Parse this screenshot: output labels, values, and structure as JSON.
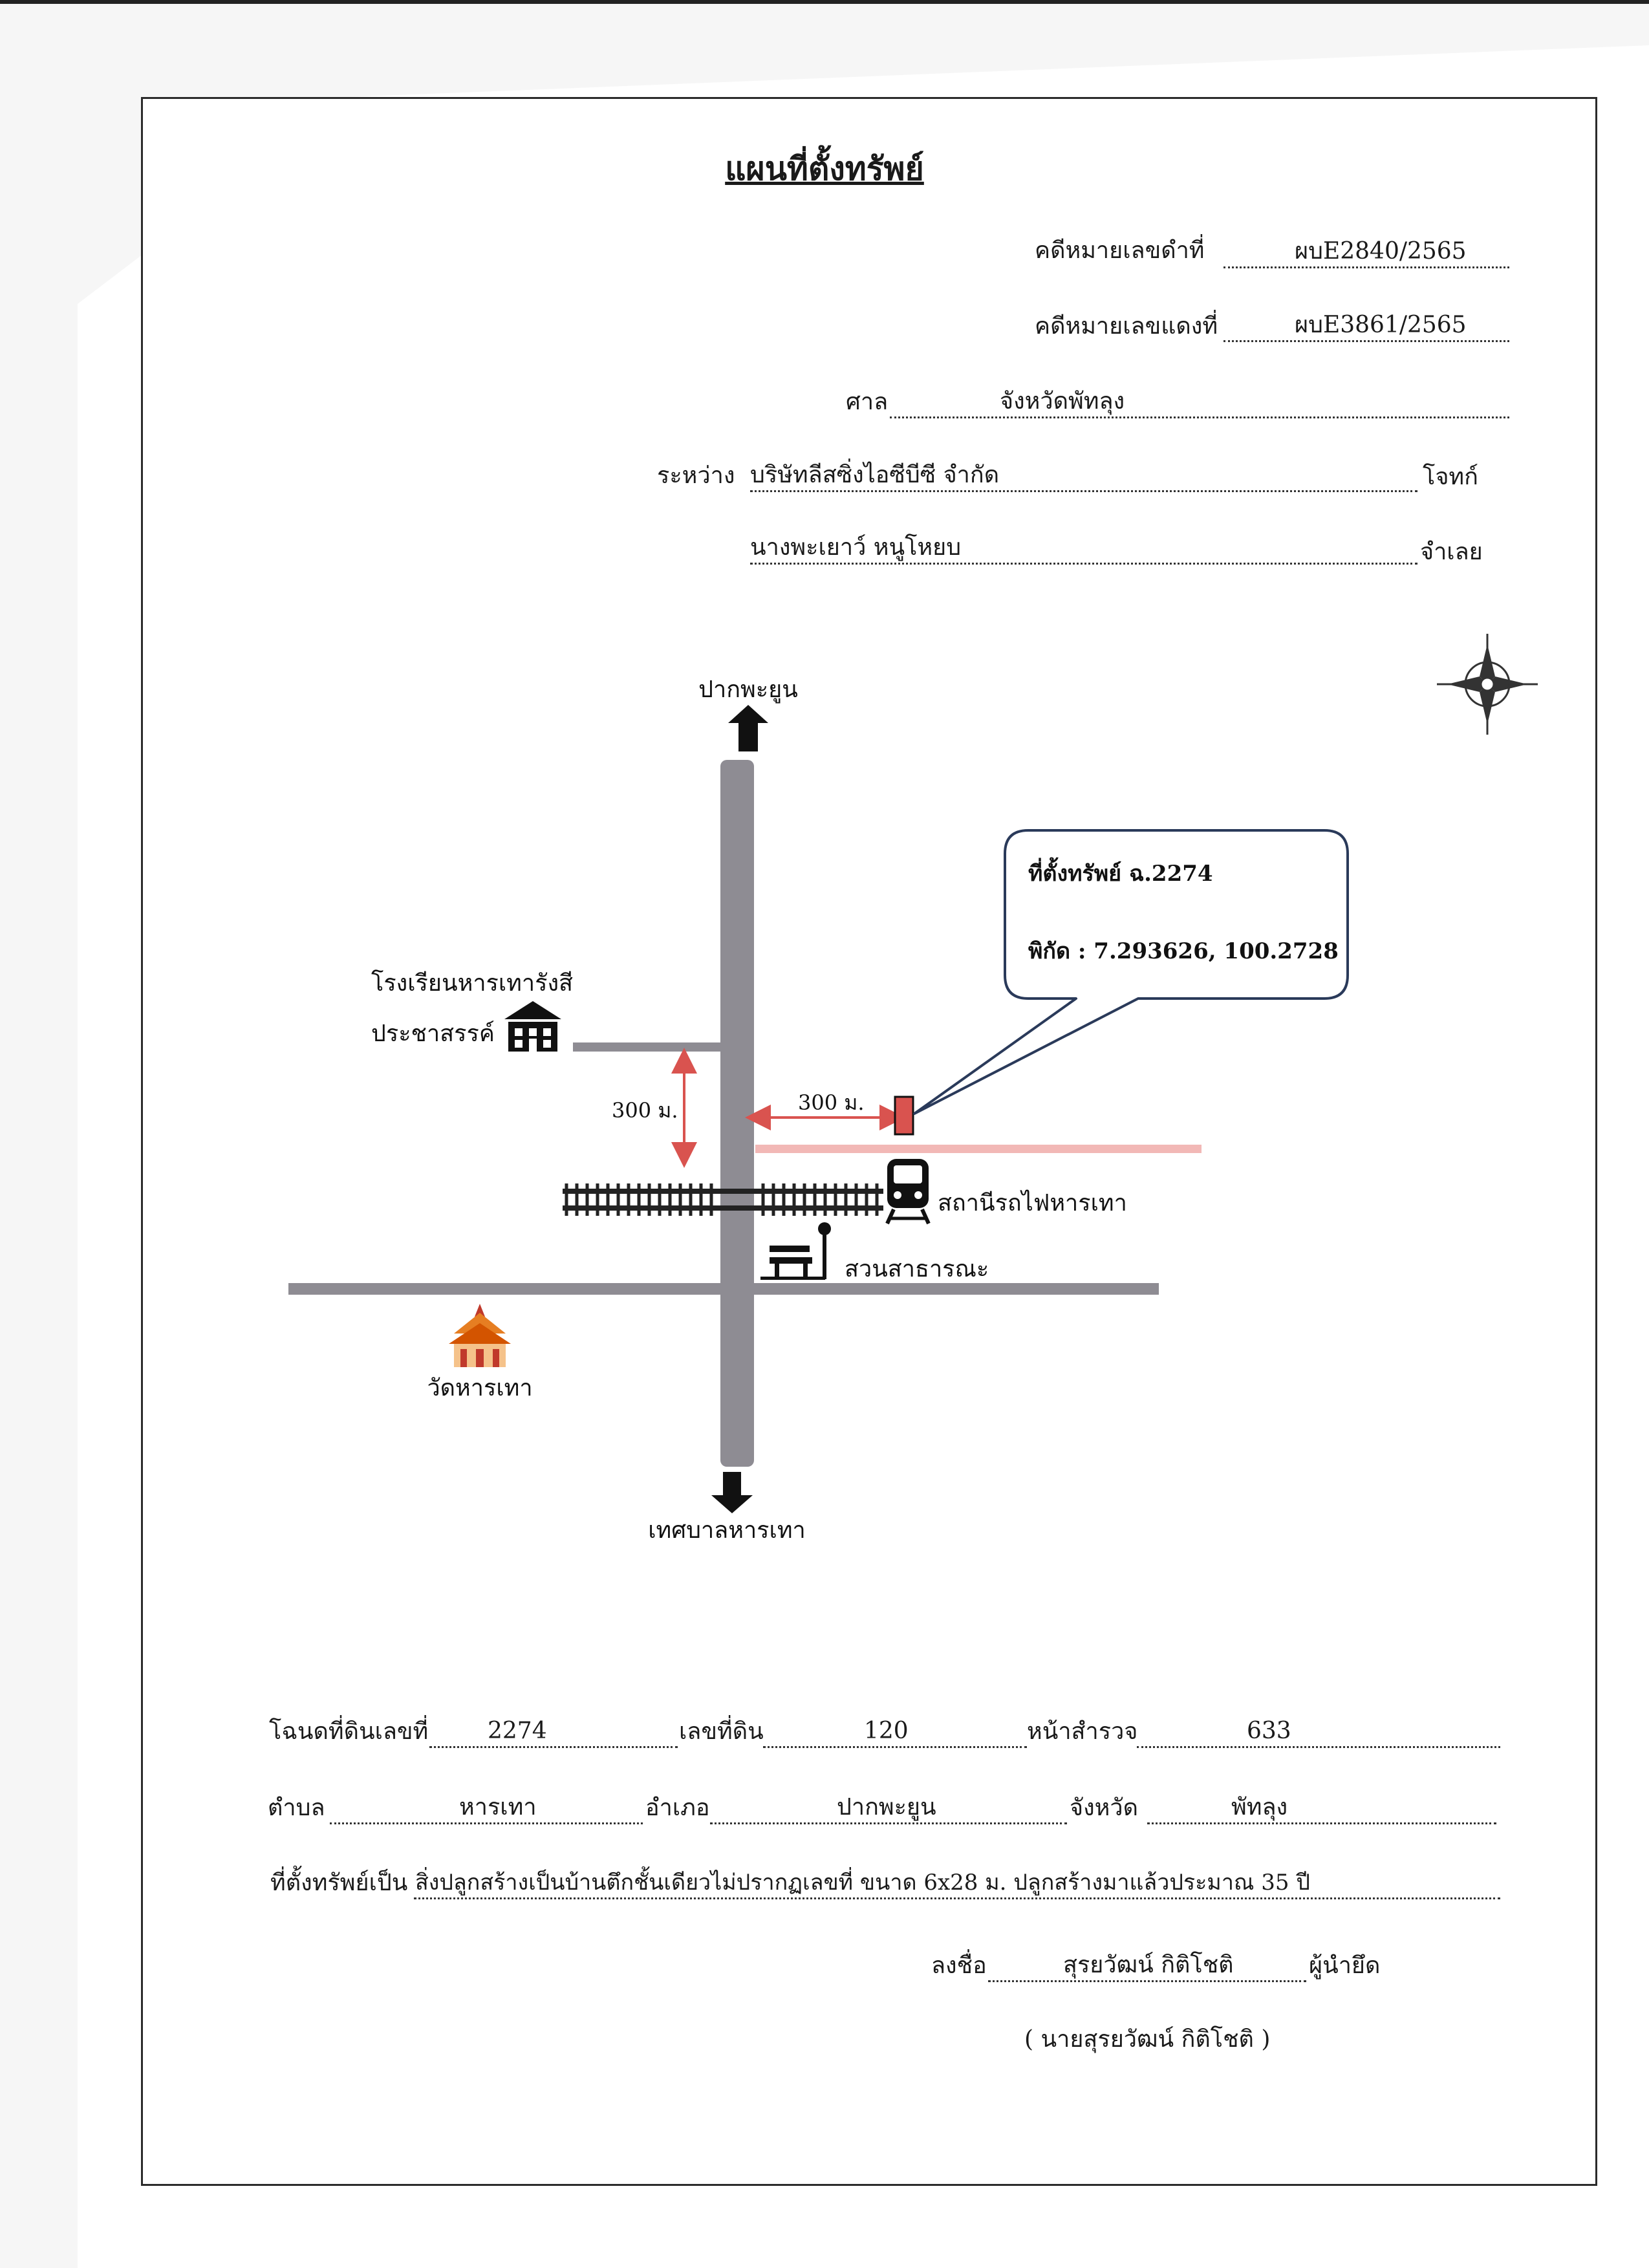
{
  "title": "แผนที่ตั้งทรัพย์",
  "case": {
    "black_no_label": "คดีหมายเลขดำที่",
    "black_no": "ผบE2840/2565",
    "red_no_label": "คดีหมายเลขแดงที่",
    "red_no": "ผบE3861/2565",
    "court_label": "ศาล",
    "court": "จังหวัดพัทลุง",
    "between_label": "ระหว่าง",
    "plaintiff": "บริษัทลีสซิ่งไอซีบีซี จำกัด",
    "plaintiff_role": "โจทก์",
    "defendant": "นางพะเยาว์ หนูโหยบ",
    "defendant_role": "จำเลย"
  },
  "map": {
    "north_label": "ปากพะยูน",
    "south_label": "เทศบาลหารเทา",
    "school_line1": "โรงเรียนหารเทารังสี",
    "school_line2": "ประชาสรรค์",
    "dist_vertical": "300 ม.",
    "dist_horizontal": "300 ม.",
    "station_label": "สถานีรถไฟหารเทา",
    "park_label": "สวนสาธารณะ",
    "temple_label": "วัดหารเทา",
    "callout_line1": "ที่ตั้งทรัพย์ ฉ.2274",
    "callout_line2": "พิกัด : 7.293626, 100.2728",
    "road_color": "#8e8c93",
    "property_color": "#d9534f",
    "distance_color": "#d9534f"
  },
  "land": {
    "deed_label": "โฉนดที่ดินเลขที่",
    "deed_no": "2274",
    "land_no_label": "เลขที่ดิน",
    "land_no": "120",
    "survey_label": "หน้าสำรวจ",
    "survey_no": "633",
    "subdistrict_label": "ตำบล",
    "subdistrict": "หารเทา",
    "district_label": "อำเภอ",
    "district": "ปากพะยูน",
    "province_label": "จังหวัด",
    "province": "พัทลุง",
    "property_label": "ที่ตั้งทรัพย์เป็น",
    "property_desc": "สิ่งปลูกสร้างเป็นบ้านตึกชั้นเดียวไม่ปรากฏเลขที่ ขนาด 6x28 ม. ปลูกสร้างมาแล้วประมาณ 35 ปี"
  },
  "signature": {
    "sign_label": "ลงชื่อ",
    "signer": "สุรยวัฒน์ กิติโชติ",
    "role": "ผู้นำยึด",
    "printed_name": "( นายสุรยวัฒน์ กิติโชติ )"
  }
}
